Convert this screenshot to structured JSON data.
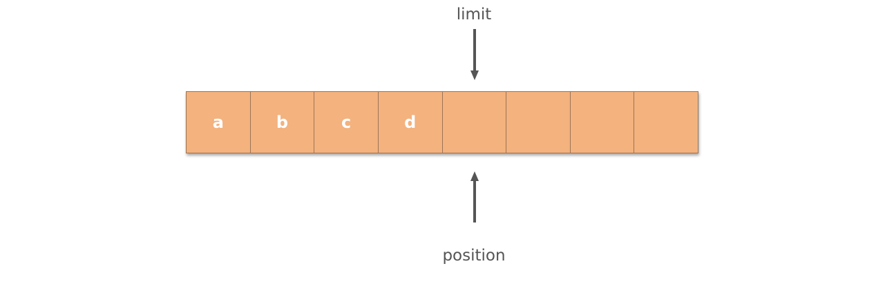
{
  "labels": {
    "limit": "limit",
    "position": "position"
  },
  "buffer": {
    "cells": [
      "a",
      "b",
      "c",
      "d",
      "",
      "",
      "",
      ""
    ],
    "fill_color": "#f3b27e",
    "text_color": "#ffffff"
  },
  "pointers": {
    "limit_index": 4,
    "position_index": 4
  },
  "arrow_color": "#555555"
}
